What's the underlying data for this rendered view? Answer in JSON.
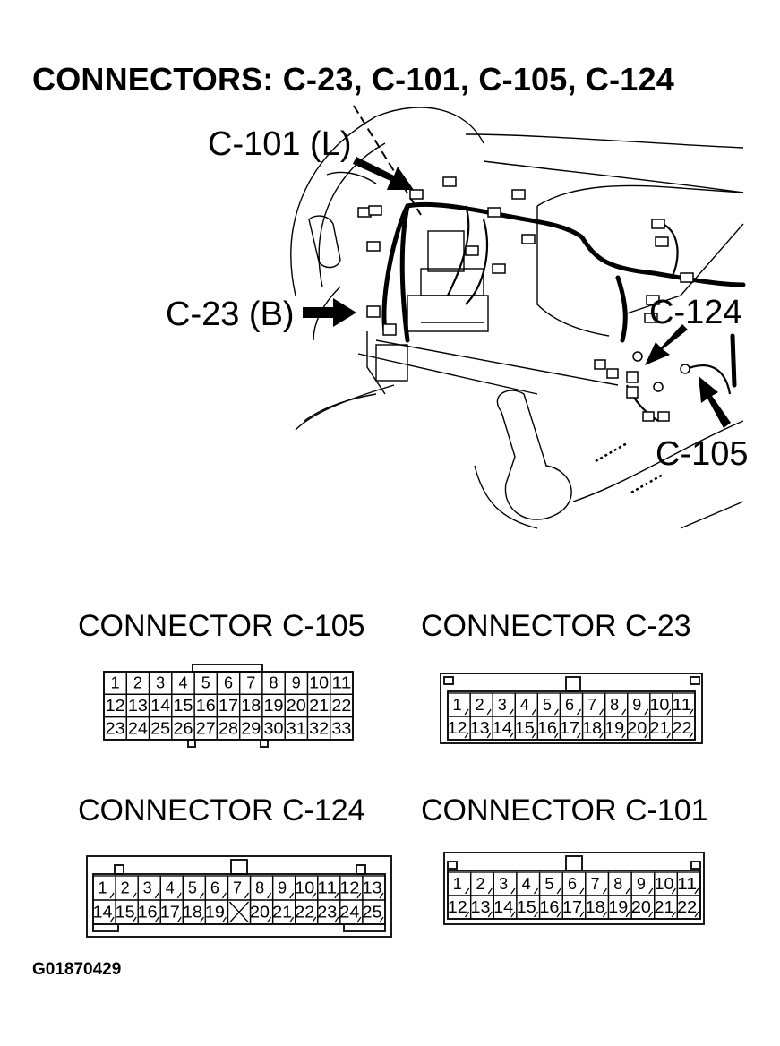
{
  "title": "CONNECTORS: C-23, C-101, C-105, C-124",
  "callouts": {
    "c101": "C-101 (L)",
    "c23": "C-23 (B)",
    "c124": "C-124",
    "c105": "C-105"
  },
  "connectors": {
    "c105": {
      "title": "CONNECTOR C-105",
      "rows": [
        [
          "1",
          "2",
          "3",
          "4",
          "5",
          "6",
          "7",
          "8",
          "9",
          "10",
          "11"
        ],
        [
          "12",
          "13",
          "14",
          "15",
          "16",
          "17",
          "18",
          "19",
          "20",
          "21",
          "22"
        ],
        [
          "23",
          "24",
          "25",
          "26",
          "27",
          "28",
          "29",
          "30",
          "31",
          "32",
          "33"
        ]
      ]
    },
    "c23": {
      "title": "CONNECTOR C-23",
      "rows": [
        [
          "1",
          "2",
          "3",
          "4",
          "5",
          "6",
          "7",
          "8",
          "9",
          "10",
          "11"
        ],
        [
          "12",
          "13",
          "14",
          "15",
          "16",
          "17",
          "18",
          "19",
          "20",
          "21",
          "22"
        ]
      ]
    },
    "c124": {
      "title": "CONNECTOR C-124",
      "rows": [
        [
          "1",
          "2",
          "3",
          "4",
          "5",
          "6",
          "7",
          "8",
          "9",
          "10",
          "11",
          "12",
          "13"
        ],
        [
          "14",
          "15",
          "16",
          "17",
          "18",
          "19",
          "",
          "20",
          "21",
          "22",
          "23",
          "24",
          "25"
        ]
      ]
    },
    "c101": {
      "title": "CONNECTOR C-101",
      "rows": [
        [
          "1",
          "2",
          "3",
          "4",
          "5",
          "6",
          "7",
          "8",
          "9",
          "10",
          "11"
        ],
        [
          "12",
          "13",
          "14",
          "15",
          "16",
          "17",
          "18",
          "19",
          "20",
          "21",
          "22"
        ]
      ]
    }
  },
  "figure_id": "G01870429"
}
